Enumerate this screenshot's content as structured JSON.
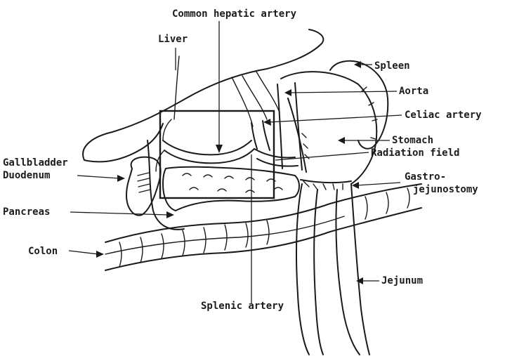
{
  "labels": {
    "common_hepatic_artery": "Common hepatic artery",
    "liver": "Liver",
    "spleen": "Spleen",
    "aorta": "Aorta",
    "celiac_artery": "Celiac artery",
    "stomach": "Stomach",
    "radiation_field": "Radiation field",
    "gallbladder": "Gallbladder",
    "duodenum": "Duodenum",
    "gastro": "Gastro-",
    "jejunostomy": "jejunostomy",
    "pancreas": "Pancreas",
    "colon": "Colon",
    "jejunum": "Jejunum",
    "splenic_artery": "Splenic artery"
  },
  "colors": {
    "ink": "#1a1a1a",
    "background": "#ffffff"
  }
}
